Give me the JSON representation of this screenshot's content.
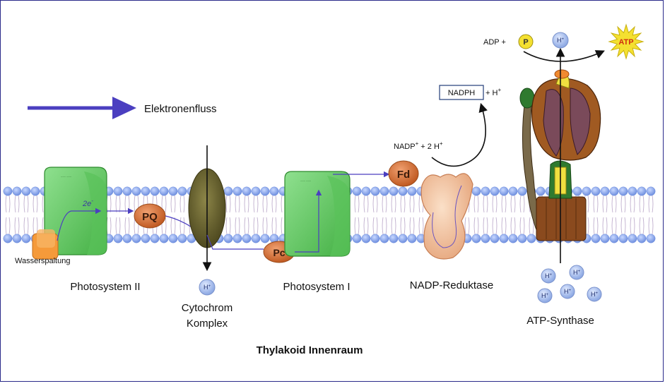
{
  "legend": {
    "arrow_label": "Elektronenfluss"
  },
  "labels": {
    "photosystem2": "Photosystem II",
    "wasserspaltung": "Wasserspaltung",
    "two_e": "2e",
    "two_e_sup": "-",
    "pq": "PQ",
    "cytochrom_line1": "Cytochrom",
    "cytochrom_line2": "Komplex",
    "pc": "Pc",
    "photosystem1": "Photosystem I",
    "fd": "Fd",
    "nadp_reduktase": "NADP-Reduktase",
    "nadp_in": "NADP",
    "nadp_in_sup": "+",
    "nadp_in_rest": " + 2 H",
    "nadp_in_rest_sup": "+",
    "nadph": "NADPH",
    "nadph_rest": " + H",
    "nadph_rest_sup": "+",
    "adp": "ADP + ",
    "p": "P",
    "atp": "ATP",
    "atp_synthase": "ATP-Synthase",
    "lumen": "Thylakoid Innenraum",
    "proton": "H",
    "proton_sup": "+"
  },
  "colors": {
    "membrane_heads": "#7f9fe6",
    "photosystem": "#66cc66",
    "cytochrom": "#6b6430",
    "carrier": "#d9733a",
    "electron_arrow": "#4b3fc0",
    "proton": "#9ab3e8"
  }
}
